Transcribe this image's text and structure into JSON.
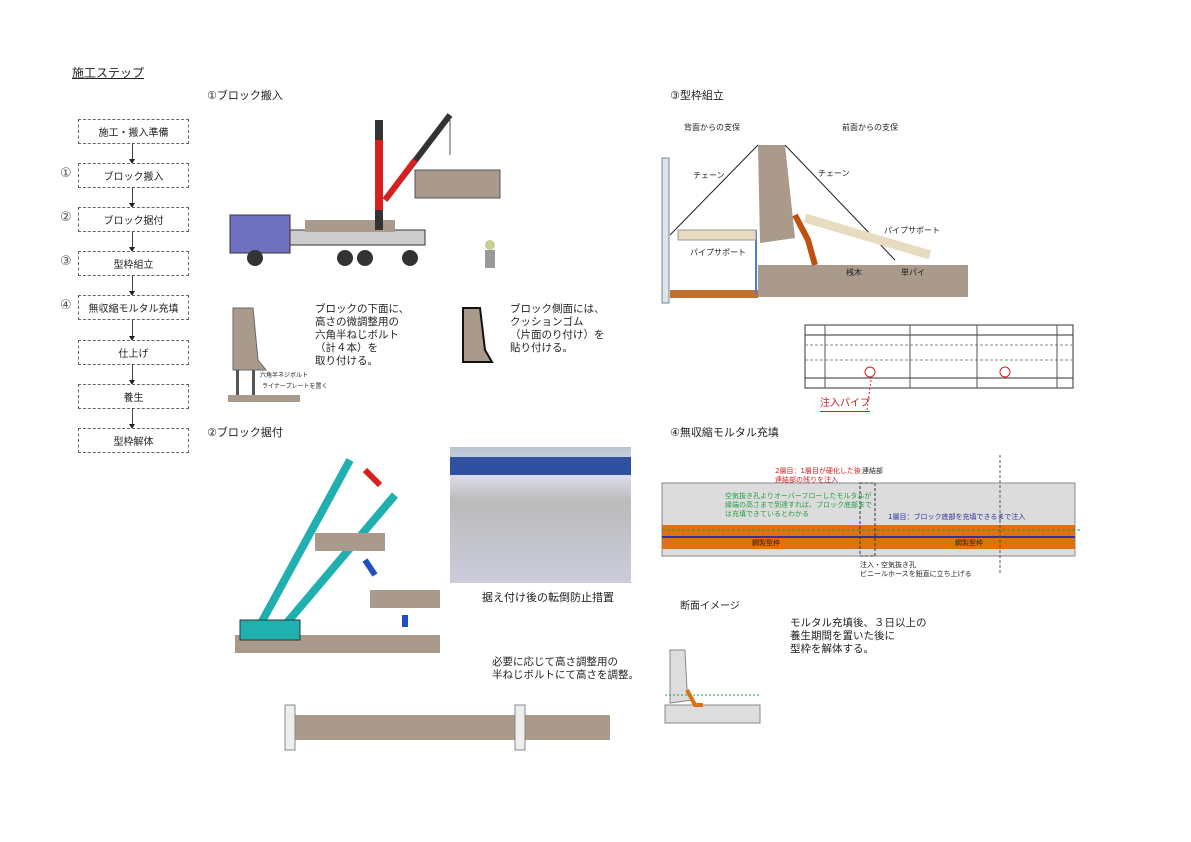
{
  "title": "施工ステップ",
  "flow": {
    "steps": [
      {
        "num": "",
        "label": "施工・搬入準備"
      },
      {
        "num": "①",
        "label": "ブロック搬入"
      },
      {
        "num": "②",
        "label": "ブロック据付"
      },
      {
        "num": "③",
        "label": "型枠組立"
      },
      {
        "num": "④",
        "label": "無収縮モルタル充填"
      },
      {
        "num": "",
        "label": "仕上げ"
      },
      {
        "num": "",
        "label": "養生"
      },
      {
        "num": "",
        "label": "型枠解体"
      }
    ]
  },
  "section1": {
    "heading": "①ブロック搬入",
    "note1": "ブロックの下面に、\n高さの微調整用の\n六角半ねじボルト\n（計４本）を\n取り付ける。",
    "note2": "ブロック側面には、\nクッションゴム\n（片面のり付け）を\n貼り付ける。",
    "bolt_label": "六角半ネジボルト",
    "plate_label": "ライナープレートを置く"
  },
  "section2": {
    "heading": "②ブロック据付",
    "photo_caption": "据え付け後の転倒防止措置",
    "note": "必要に応じて高さ調整用の\n半ねじボルトにて高さを調整。"
  },
  "section3": {
    "heading": "③型枠組立",
    "back_support": "背面からの支保",
    "front_support": "前面からの支保",
    "chain_left": "チェーン",
    "chain_right": "チェーン",
    "pipe_support_left": "パイプサポート",
    "pipe_support_right": "パイプサポート",
    "timber": "桟木",
    "single_pipe": "単パイ",
    "injection_pipe": "注入パイプ"
  },
  "section4": {
    "heading": "④無収縮モルタル充填",
    "layer2": "2層目：1層目が硬化した後\n連結部の残りを注入",
    "joint": "連結部",
    "overflow_note": "空気抜き孔よりオーバーフローしたモルタルが\n縁端の高さまで到達すれば、ブロック底部まで\nは充填できているとわかる",
    "layer1": "1層目：ブロック底部を充填できるまで注入",
    "formwork_left": "鋼製型枠",
    "formwork_right": "鋼製型枠",
    "hole_note": "注入・空気抜き孔\nビニールホースを鉛直に立ち上げる",
    "section_image": "断面イメージ",
    "cure_note": "モルタル充填後、３日以上の\n養生期間を置いた後に\n型枠を解体する。"
  },
  "colors": {
    "concrete": "#a99a8c",
    "orange": "#e07010",
    "crane_red": "#d82020",
    "crane_teal": "#20b0b0",
    "blue_line": "#3030a0",
    "green_text": "#20a040",
    "red_text": "#d02020"
  }
}
